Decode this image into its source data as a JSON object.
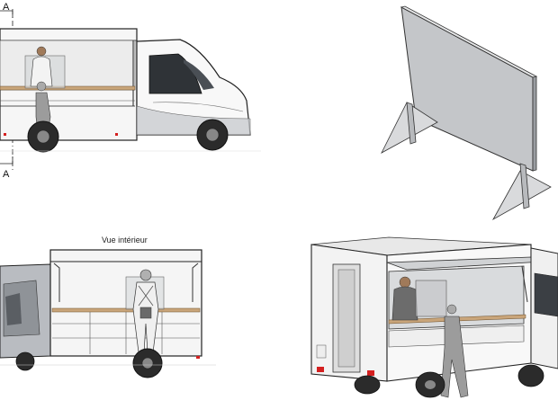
{
  "drawing": {
    "section_marker_top": "A",
    "section_marker_bottom": "A",
    "interior_view_caption": "Vue intérieur"
  },
  "colors": {
    "line": "#1a1a1a",
    "body_white": "#f7f7f7",
    "panel_grey": "#b9bcc1",
    "counter_wood": "#c9a57a",
    "figure_grey": "#9a9a9a",
    "tail_light_red": "#d42020",
    "screen_grey": "#c4c6c9"
  },
  "views": [
    {
      "id": "side-elevation",
      "icon": "truck-side-view"
    },
    {
      "id": "protective-screen-isometric",
      "icon": "plexiglass-screen"
    },
    {
      "id": "interior-elevation",
      "icon": "truck-interior-view"
    },
    {
      "id": "truck-isometric",
      "icon": "truck-3d-view"
    }
  ]
}
